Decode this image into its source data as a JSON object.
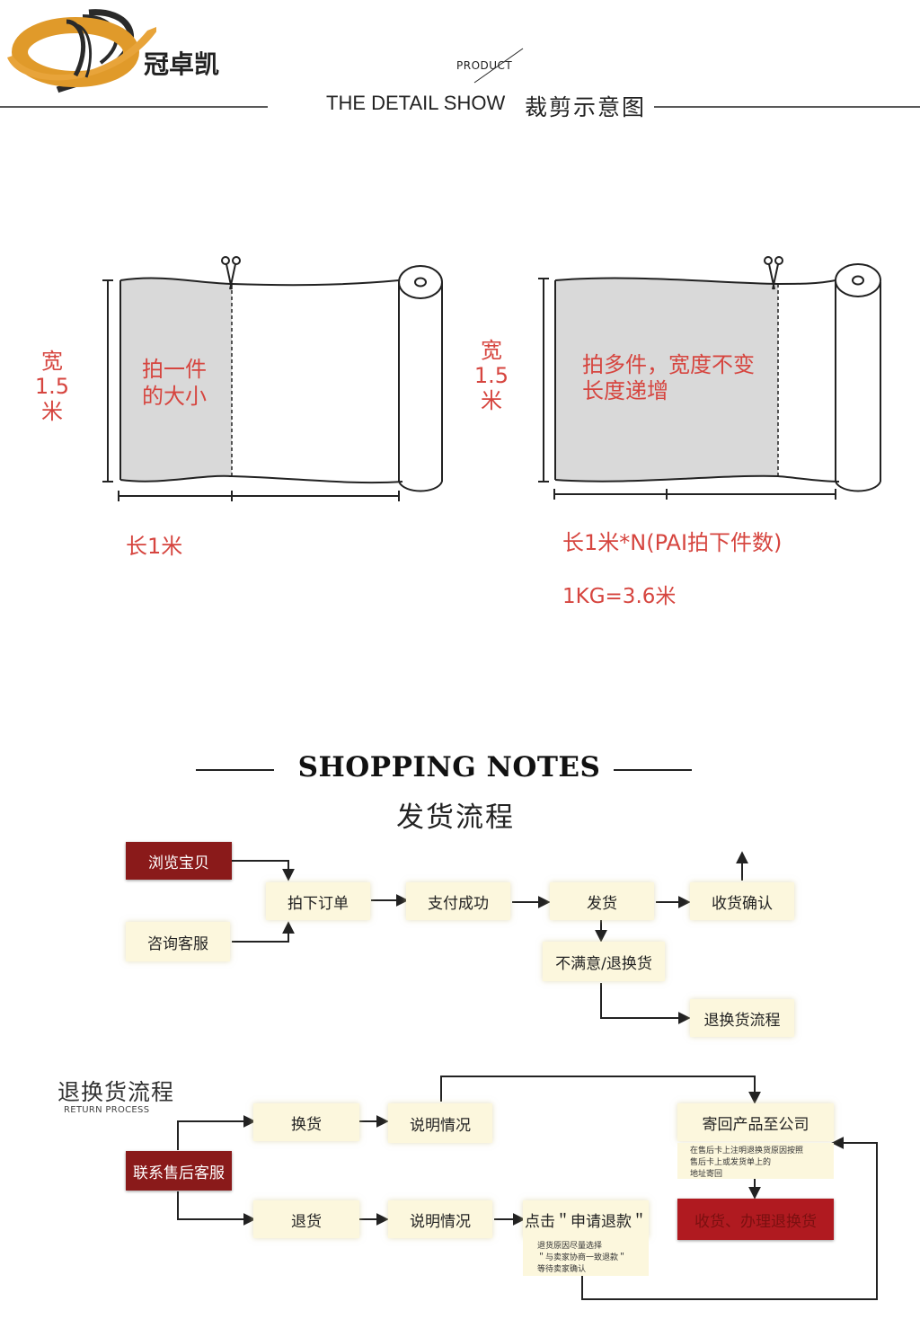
{
  "header": {
    "brand": "冠卓凯",
    "product_label": "PRODUCT",
    "detail_en": "THE DETAIL SHOW",
    "detail_cn": "裁剪示意图"
  },
  "cut_diagram": {
    "left": {
      "width_label": [
        "宽",
        "1.5",
        "米"
      ],
      "inner_text": [
        "拍一件",
        "的大小"
      ],
      "length_label": "长1米"
    },
    "right": {
      "width_label": [
        "宽",
        "1.5",
        "米"
      ],
      "inner_text": [
        "拍多件，宽度不变",
        "长度递增"
      ],
      "length_label": "长1米*N(PAI拍下件数)",
      "weight_note": "1KG=3.6米"
    },
    "colors": {
      "label_red": "#d6453f",
      "fill_gray": "#d9d9d9"
    }
  },
  "shopping_notes": {
    "title": "SHOPPING NOTES",
    "subtitle": "发货流程",
    "flow": {
      "browse": "浏览宝贝",
      "consult": "咨询客服",
      "order": "拍下订单",
      "paid": "支付成功",
      "ship": "发货",
      "confirm": "收货确认",
      "unsatisfied": "不满意/退换货",
      "return_flow": "退换货流程"
    }
  },
  "return_process": {
    "title": "退换货流程",
    "subtitle": "RETURN PROCESS",
    "contact": "联系售后客服",
    "exchange": "换货",
    "explain_1": "说明情况",
    "send_back": "寄回产品至公司",
    "send_back_note": [
      "在售后卡上注明退换货原因按照",
      "售后卡上或发货单上的",
      "地址寄回"
    ],
    "refund": "退货",
    "explain_2": "说明情况",
    "apply_refund": "点击＂申请退款＂",
    "refund_note": [
      "退货原因尽量选择",
      "＂与卖家协商一致退款＂",
      "等待卖家确认"
    ],
    "receive": "收货、办理退换货"
  },
  "colors": {
    "box_fill": "#fcf7dd",
    "dark_box": "#8a1a1a"
  }
}
